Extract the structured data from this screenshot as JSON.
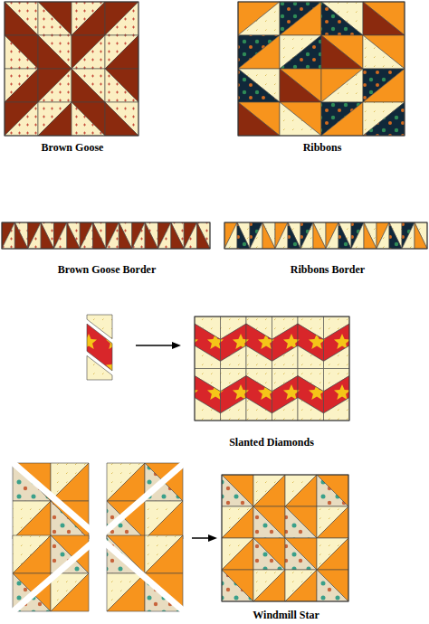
{
  "diagram": {
    "labels": [
      "Brown Goose",
      "Ribbons",
      "Brown Goose Border",
      "Ribbons Border",
      "Slanted Diamonds",
      "Windmill Star"
    ]
  }
}
